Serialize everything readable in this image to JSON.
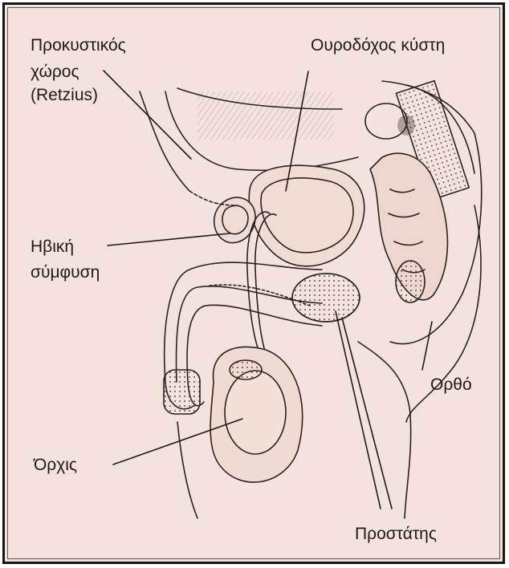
{
  "labels": {
    "prevesical_line1": "Προκυστικός",
    "prevesical_line2": "χώρος",
    "prevesical_line3": "(Retzius)",
    "bladder": "Ουροδόχος κύστη",
    "pubic_line1": "Ηβική",
    "pubic_line2": "σύμφυση",
    "rectum": "Ορθό",
    "testis": "Όρχις",
    "prostate": "Προστάτης"
  },
  "colors": {
    "background": "#f4e2dc",
    "ink": "#2b2220",
    "frame": "#151515"
  }
}
